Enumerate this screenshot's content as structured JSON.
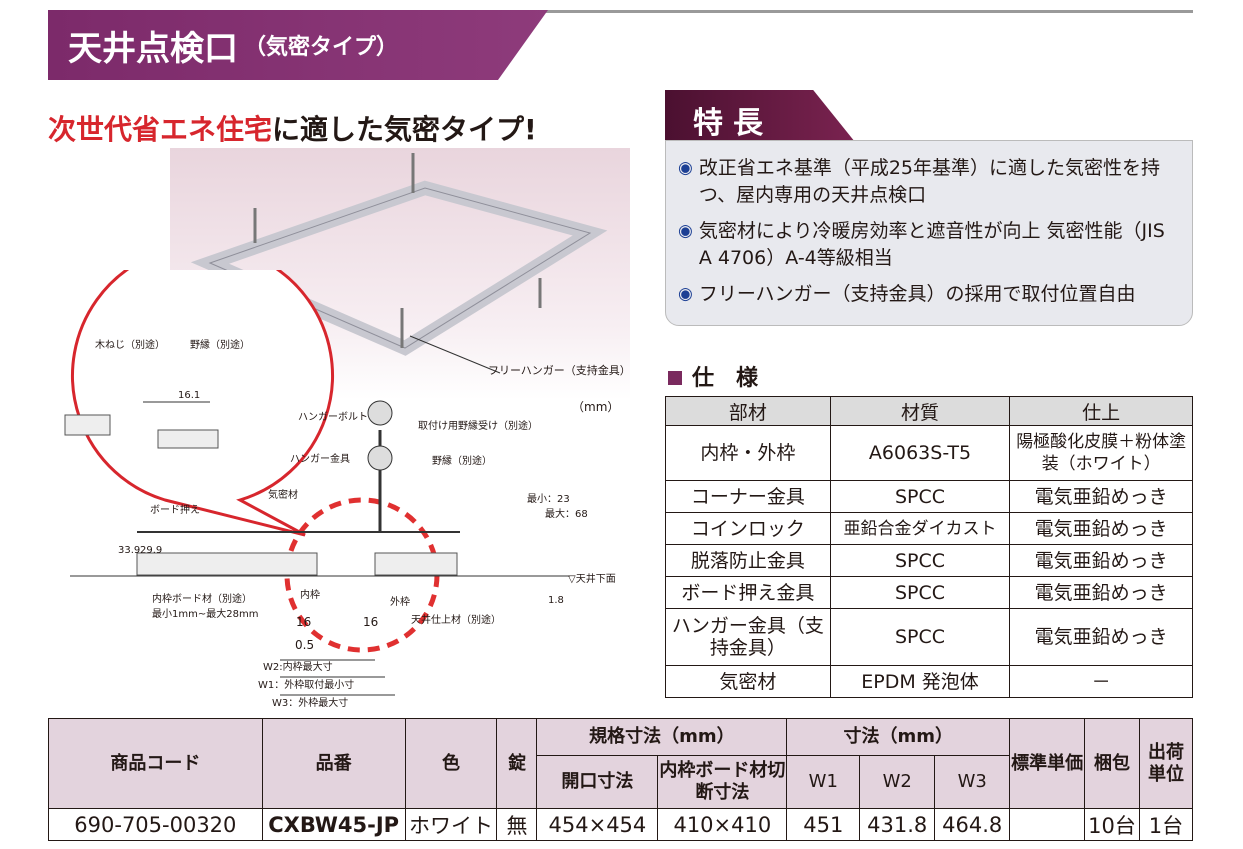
{
  "title": {
    "main": "天井点検口",
    "sub": "（気密タイプ）"
  },
  "headline": {
    "red": "次世代省エネ住宅",
    "black": "に適した気密タイプ!"
  },
  "features": {
    "tab": "特長",
    "items": [
      "改正省エネ基準（平成25年基準）に適した気密性を持つ、屋内専用の天井点検口",
      "気密材により冷暖房効率と遮音性が向上 気密性能（JIS A 4706）A-4等級相当",
      "フリーハンガー（支持金具）の採用で取付位置自由"
    ]
  },
  "drawing": {
    "unit": "（mm）",
    "labels": {
      "free_hanger": "フリーハンガー（支持金具）",
      "wood_screw": "木ねじ（別途）",
      "noburi": "野縁（別途）",
      "dim_16_1": "16.1",
      "hanger_bolt": "ハンガーボルト",
      "hanger_bracket": "ハンガー金具",
      "noburi_receiver": "取付け用野縁受け（別途）",
      "noburi2": "野縁（別途）",
      "seal": "気密材",
      "board_press": "ボード押え",
      "min23": "最小：23",
      "max68": "最大：68",
      "ceiling_bottom": "▽天井下面",
      "d33_9": "33.9",
      "d29_9": "29.9",
      "inner_frame": "内枠",
      "outer_frame": "外枠",
      "inner_board": "内枠ボード材（別途）",
      "board_range": "最小1mm~最大28mm",
      "ceiling_finish": "天井仕上材（別途）",
      "d16a": "16",
      "d16b": "16",
      "d0_5": "0.5",
      "d1_8": "1.8",
      "w2": "W2:内枠最大寸",
      "w1": "W1：外枠取付最小寸",
      "w3": "W3：外枠最大寸"
    }
  },
  "spec": {
    "title": "仕　様",
    "headers": [
      "部材",
      "材質",
      "仕上"
    ],
    "rows": [
      [
        "内枠・外枠",
        "A6063S-T5",
        "陽極酸化皮膜＋粉体塗装（ホワイト）"
      ],
      [
        "コーナー金具",
        "SPCC",
        "電気亜鉛めっき"
      ],
      [
        "コインロック",
        "亜鉛合金ダイカスト",
        "電気亜鉛めっき"
      ],
      [
        "脱落防止金具",
        "SPCC",
        "電気亜鉛めっき"
      ],
      [
        "ボード押え金具",
        "SPCC",
        "電気亜鉛めっき"
      ],
      [
        "ハンガー金具（支持金具）",
        "SPCC",
        "電気亜鉛めっき"
      ],
      [
        "気密材",
        "EPDM 発泡体",
        "－"
      ]
    ]
  },
  "product": {
    "headers": {
      "code": "商品コード",
      "part": "品番",
      "color": "色",
      "lock": "錠",
      "std_size": "規格寸法（mm）",
      "opening": "開口寸法",
      "board_cut": "内枠ボード材切断寸法",
      "size": "寸法（mm）",
      "w1": "W1",
      "w2": "W2",
      "w3": "W3",
      "price": "標準単価",
      "pack": "梱包",
      "unit": "出荷単位"
    },
    "row": {
      "code": "690-705-00320",
      "part": "CXBW45-JP",
      "color": "ホワイト",
      "lock": "無",
      "opening": "454×454",
      "board_cut": "410×410",
      "w1": "451",
      "w2": "431.8",
      "w3": "464.8",
      "price": "",
      "pack": "10台",
      "unit": "1台"
    }
  }
}
